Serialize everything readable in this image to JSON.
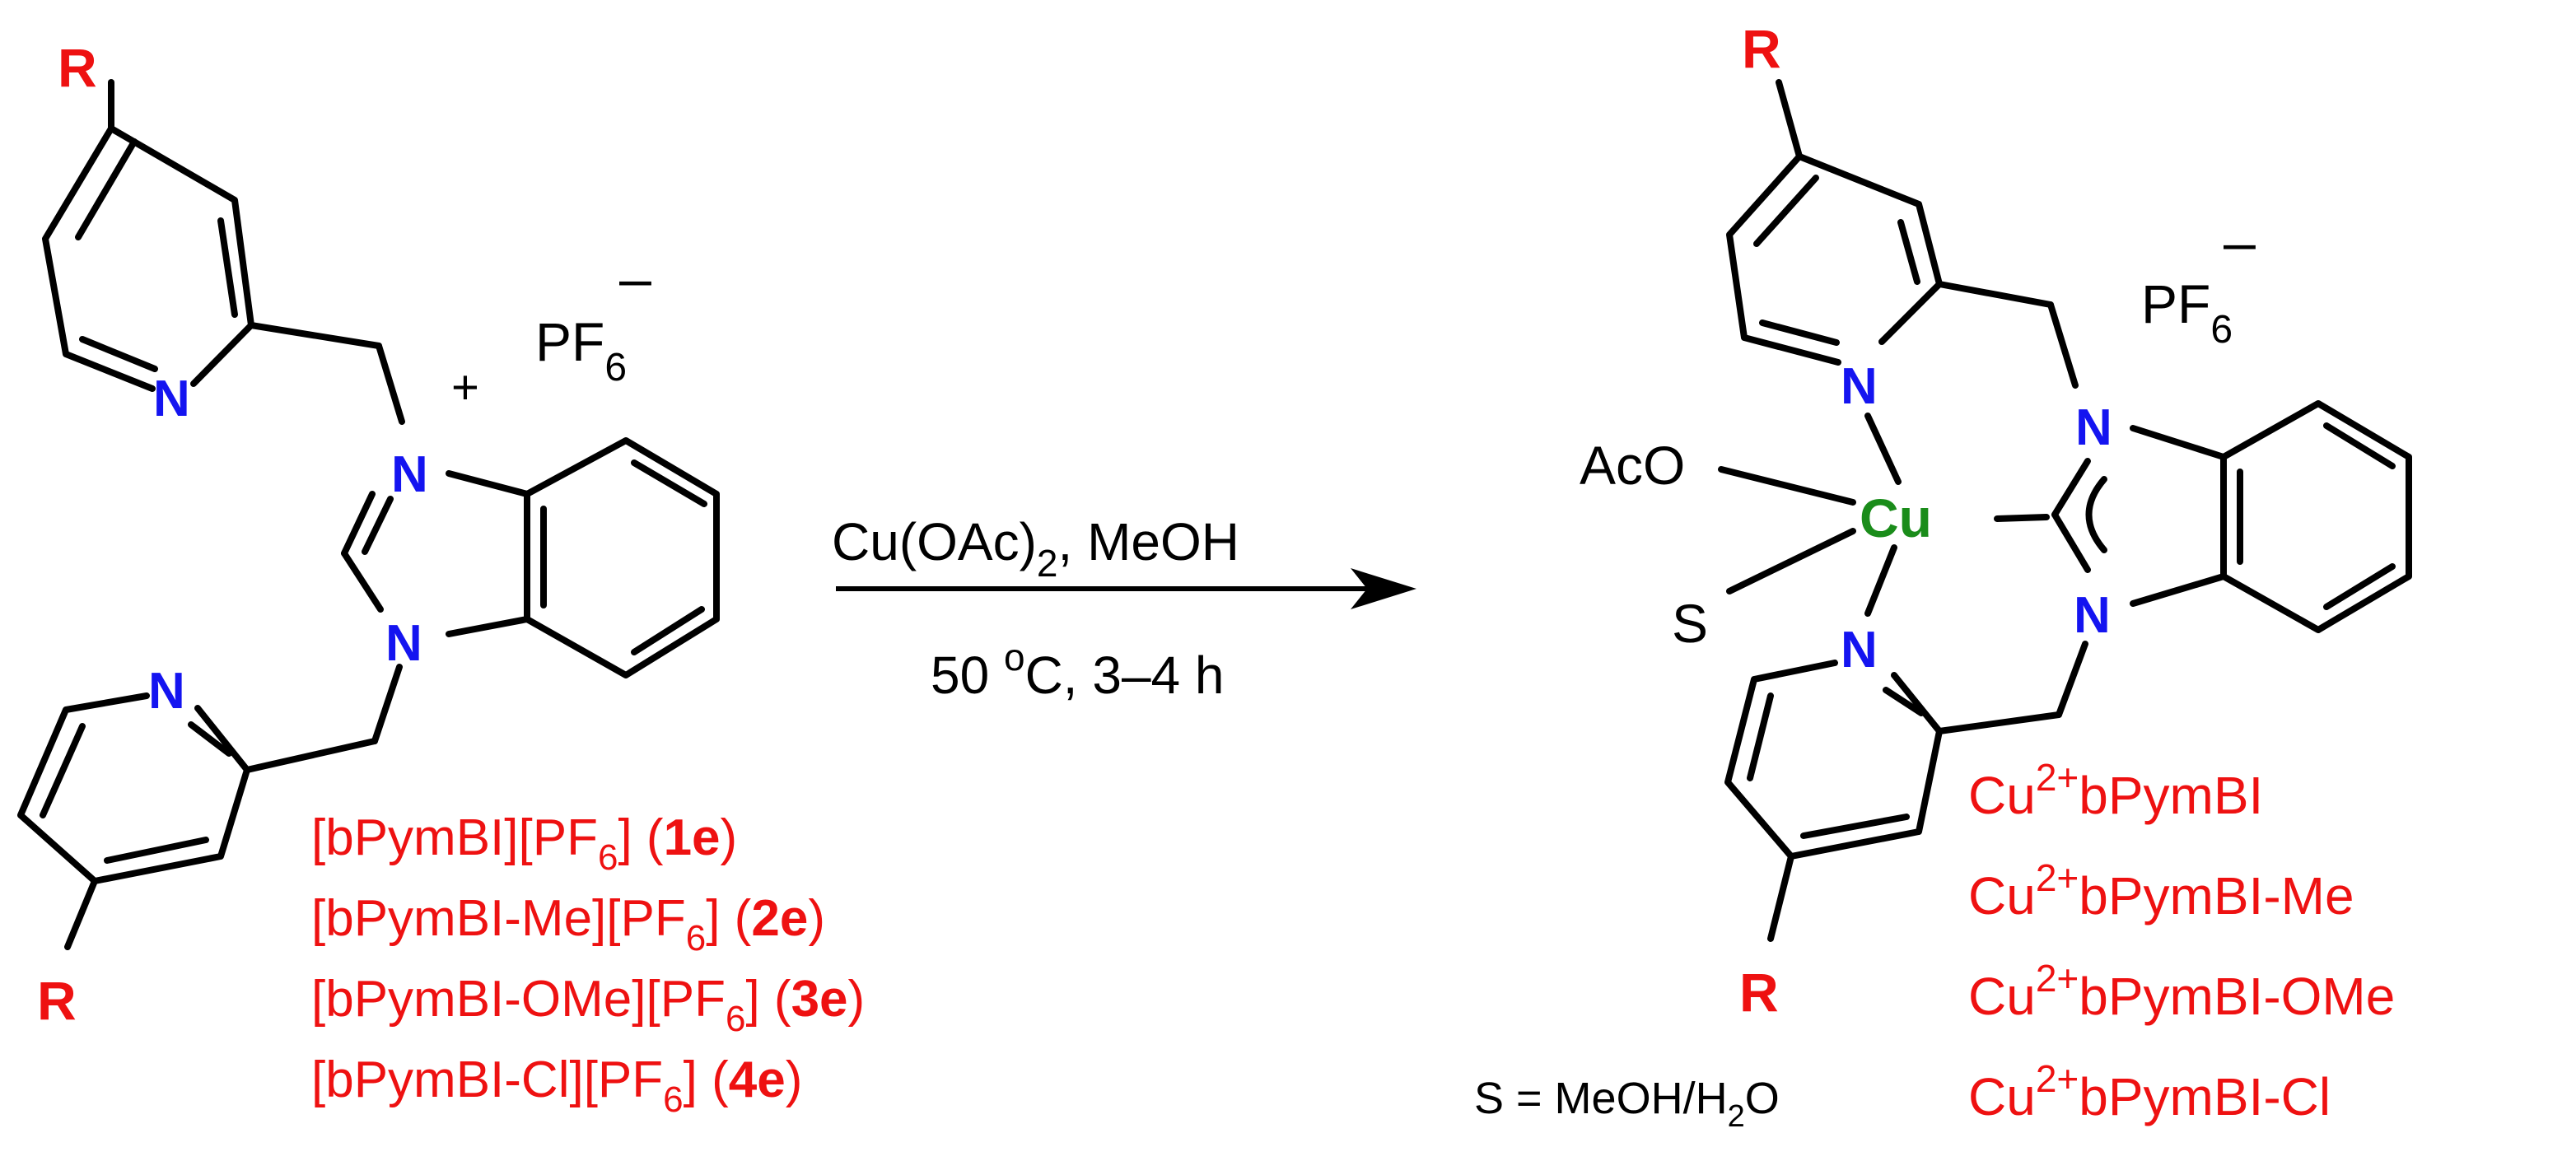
{
  "reactant": {
    "r_top": "R",
    "r_bottom": "R",
    "n_pyridine_top": "N",
    "n_pyridine_bottom": "N",
    "n_imid_top": "N",
    "n_imid_bottom": "N",
    "plus": "+",
    "pf6_base": "PF",
    "pf6_sub": "6",
    "pf6_charge": "–",
    "compounds": [
      {
        "pre": "[bPymBI][PF",
        "sub": "6",
        "mid": "] (",
        "bold": "1e",
        "post": ")"
      },
      {
        "pre": "[bPymBI-Me][PF",
        "sub": "6",
        "mid": "] (",
        "bold": "2e",
        "post": ")"
      },
      {
        "pre": "[bPymBI-OMe][PF",
        "sub": "6",
        "mid": "] (",
        "bold": "3e",
        "post": ")"
      },
      {
        "pre": "[bPymBI-Cl][PF",
        "sub": "6",
        "mid": "] (",
        "bold": "4e",
        "post": ")"
      }
    ]
  },
  "conditions": {
    "reagent_pre": "Cu(OAc)",
    "reagent_sub": "2",
    "reagent_post": ", MeOH",
    "temp_num": "50 ",
    "temp_sup": "o",
    "temp_post": "C, 3–4 h"
  },
  "product": {
    "r_top": "R",
    "r_bottom": "R",
    "n_pyridine_top": "N",
    "n_pyridine_bottom": "N",
    "n_imid_top": "N",
    "n_imid_bottom": "N",
    "metal": "Cu",
    "aco": "AcO",
    "s_ligand": "S",
    "pf6_base": "PF",
    "pf6_sub": "6",
    "pf6_charge": "–",
    "solvent_note_pre": "S = MeOH/H",
    "solvent_note_sub": "2",
    "solvent_note_post": "O",
    "complexes": [
      {
        "pre": "Cu",
        "sup": "2+",
        "post": "bPymBI"
      },
      {
        "pre": "Cu",
        "sup": "2+",
        "post": "bPymBI-Me"
      },
      {
        "pre": "Cu",
        "sup": "2+",
        "post": "bPymBI-OMe"
      },
      {
        "pre": "Cu",
        "sup": "2+",
        "post": "bPymBI-Cl"
      }
    ]
  },
  "colors": {
    "nitrogen": "#1414f0",
    "substituent": "#ee1111",
    "copper": "#1a8c1a",
    "bond": "#000000"
  }
}
